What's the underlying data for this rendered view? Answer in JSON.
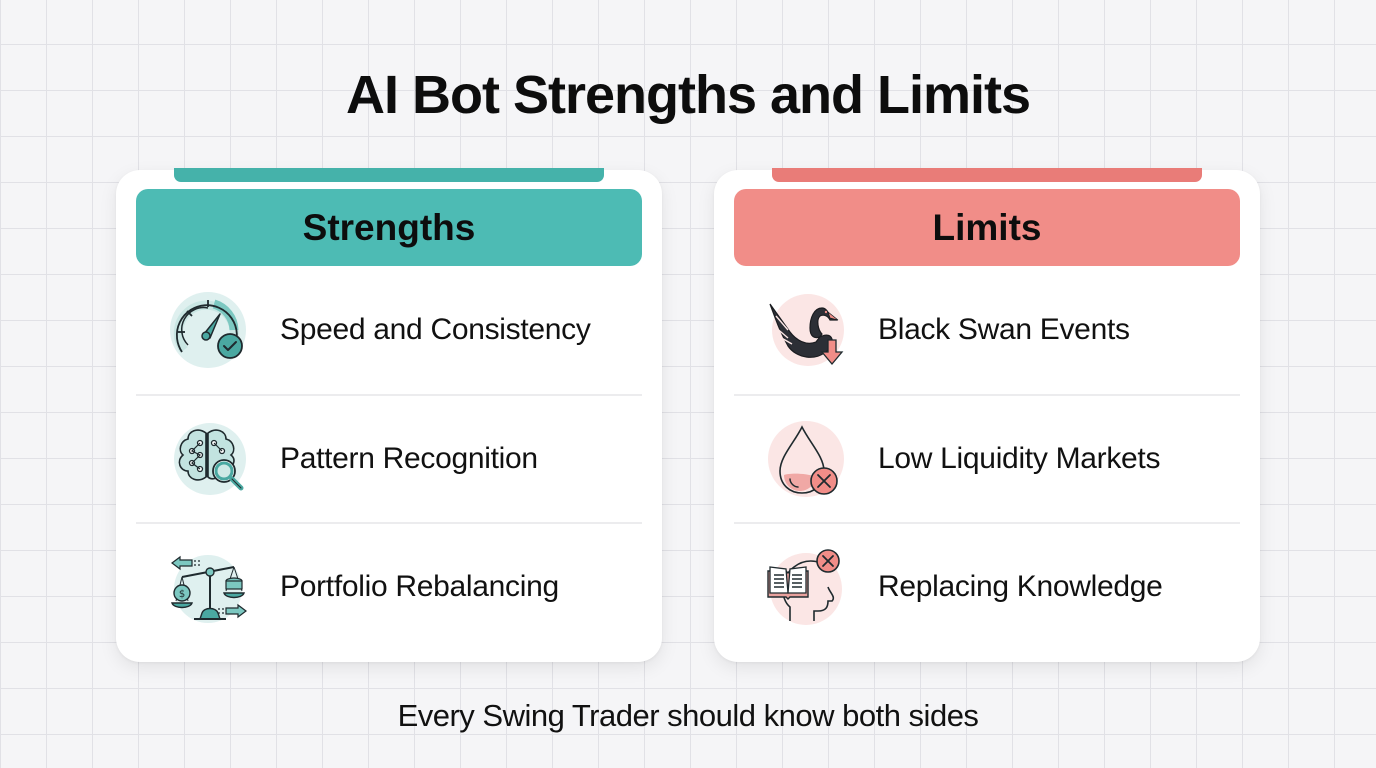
{
  "title": "AI Bot Strengths and Limits",
  "colors": {
    "strengths_accent": "#4dbbb4",
    "strengths_bar": "#45b2aa",
    "limits_accent": "#f18d88",
    "limits_bar": "#e97c78",
    "icon_teal_bg": "#dff0ef",
    "icon_red_bg": "#fbe6e5"
  },
  "strengths": {
    "header": "Strengths",
    "items": [
      {
        "label": "Speed and Consistency",
        "icon": "speedometer-check-icon"
      },
      {
        "label": "Pattern Recognition",
        "icon": "brain-magnifier-icon"
      },
      {
        "label": "Portfolio Rebalancing",
        "icon": "balance-scale-icon"
      }
    ]
  },
  "limits": {
    "header": "Limits",
    "items": [
      {
        "label": "Black Swan Events",
        "icon": "black-swan-down-arrow-icon"
      },
      {
        "label": "Low Liquidity Markets",
        "icon": "drop-x-icon"
      },
      {
        "label": "Replacing Knowledge",
        "icon": "head-book-x-icon"
      }
    ]
  },
  "footer": "Every Swing Trader should know both sides"
}
